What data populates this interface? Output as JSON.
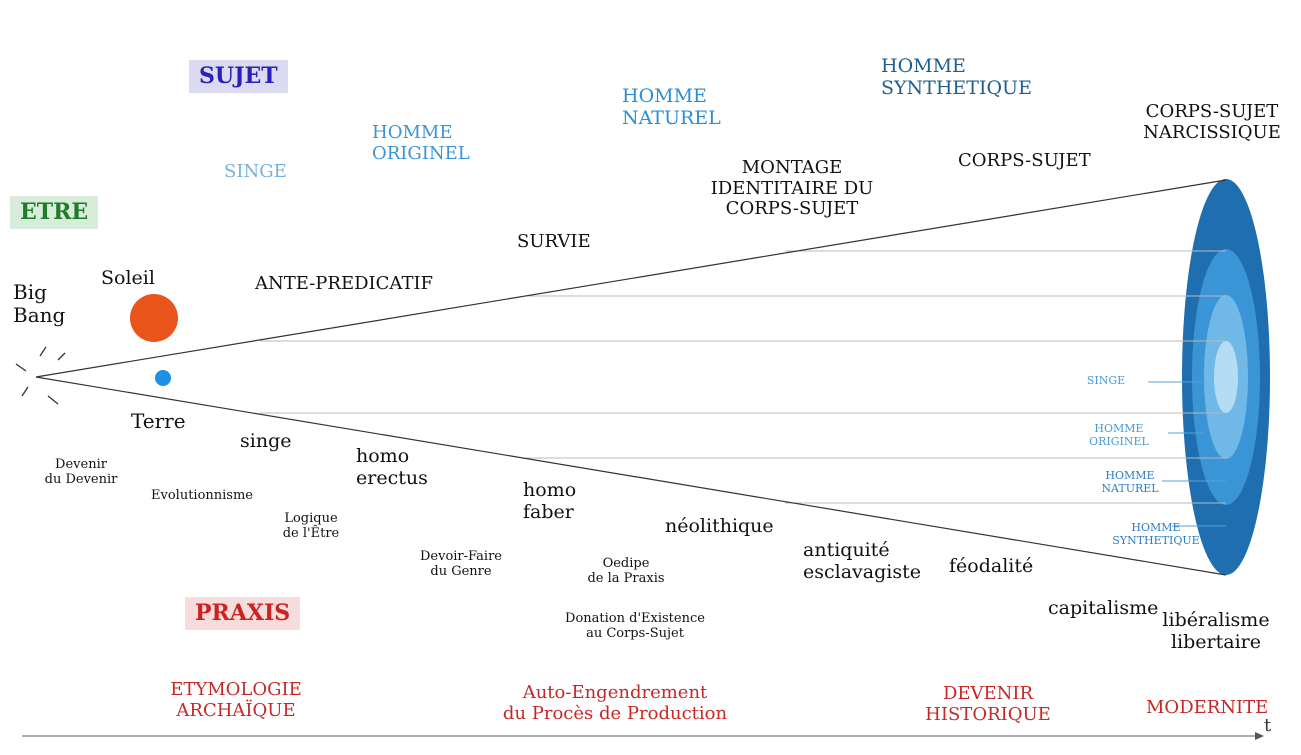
{
  "colors": {
    "sujet": "#2a22b8",
    "sujet_bg": "#dcdaf0",
    "etre": "#1f7a2a",
    "etre_bg": "#d7ecd9",
    "praxis": "#cc2222",
    "praxis_bg": "#f7dcdc",
    "red_text": "#c62828",
    "blue_light": "#7ab0dc",
    "blue_mid": "#2a8ed6",
    "blue_dark": "#1f5f8e",
    "sun": "#e8541a",
    "earth": "#1e90e6",
    "cone_outer": "#1f6fb0",
    "cone_ring2": "#3a95d6",
    "cone_ring3": "#6fb8e8",
    "cone_inner": "#b4dcf4"
  },
  "boxes": {
    "sujet": "SUJET",
    "etre": "ETRE",
    "praxis": "PRAXIS"
  },
  "top_labels": {
    "singe": "SINGE",
    "homme_originel": "HOMME\nORIGINEL",
    "homme_naturel": "HOMME\nNATUREL",
    "homme_synthetique": "HOMME\nSYNTHETIQUE",
    "corps_sujet_narcissique": "CORPS-SUJET\nNARCISSIQUE",
    "montage": "MONTAGE\nIDENTITAIRE DU\nCORPS-SUJET",
    "corps_sujet": "CORPS-SUJET",
    "survie": "SURVIE",
    "ante_predicatif": "ANTE-PREDICATIF"
  },
  "origin": {
    "big_bang": "Big\nBang",
    "soleil": "Soleil",
    "terre": "Terre"
  },
  "stages": {
    "singe": "singe",
    "homo_erectus": "homo\nerectus",
    "homo_faber": "homo\nfaber",
    "neolithique": "néolithique",
    "antiquite": "antiquité\nesclavagiste",
    "feodalite": "féodalité",
    "capitalisme": "capitalisme",
    "liberalisme": "libéralisme\nlibertaire"
  },
  "concepts": {
    "devenir": "Devenir\ndu Devenir",
    "evolutionnisme": "Evolutionnisme",
    "logique": "Logique\nde l'Être",
    "devoir_faire": "Devoir-Faire\ndu Genre",
    "oedipe": "Oedipe\nde la Praxis",
    "donation": "Donation d'Existence\nau Corps-Sujet"
  },
  "cone_labels": {
    "singe": "SINGE",
    "homme_originel": "HOMME\nORIGINEL",
    "homme_naturel": "HOMME\nNATUREL",
    "homme_synthetique": "HOMME\nSYNTHETIQUE"
  },
  "bottom_labels": {
    "etymologie": "ETYMOLOGIE\nARCHAÏQUE",
    "auto_engendrement": "Auto-Engendrement\ndu  Procès de Production",
    "devenir_historique": "DEVENIR\nHISTORIQUE",
    "modernite": "MODERNITE"
  },
  "axis": {
    "t": "t"
  }
}
